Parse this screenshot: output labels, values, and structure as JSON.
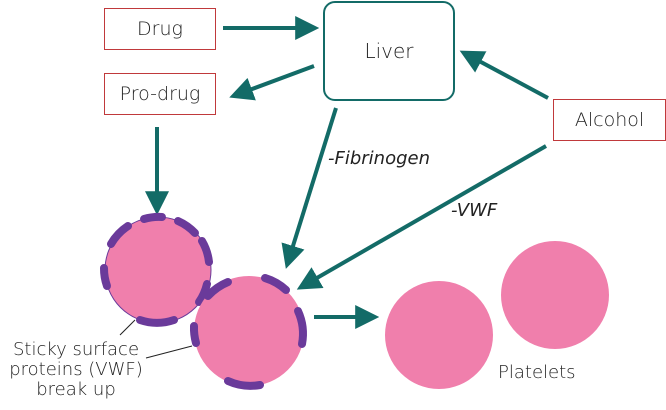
{
  "nodes": {
    "drug": "Drug",
    "prodrug": "Pro-drug",
    "liver": "Liver",
    "alcohol": "Alcohol"
  },
  "edge_labels": {
    "fibrinogen": "-Fibrinogen",
    "vwf": "-VWF"
  },
  "annotations": {
    "sticky_line1": "Sticky surface",
    "sticky_line2": "proteins (VWF)",
    "sticky_line3": "break up",
    "platelets": "Platelets"
  },
  "colors": {
    "arrow": "#136b67",
    "box_border": "#c0393b",
    "platelet_fill": "#f07fac",
    "protein": "#6a3a9a"
  }
}
